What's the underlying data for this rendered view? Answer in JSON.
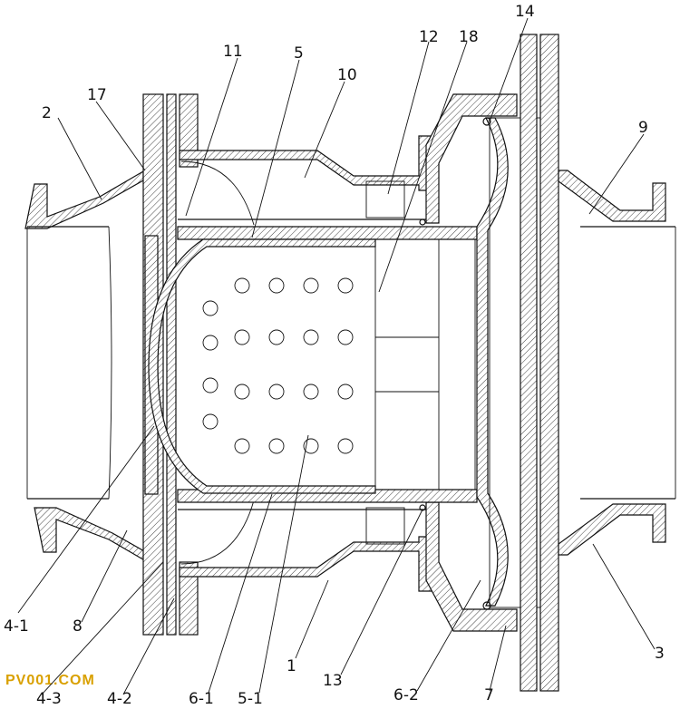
{
  "watermark": "PV001.COM",
  "part_labels": [
    "2",
    "17",
    "11",
    "5",
    "10",
    "12",
    "18",
    "14",
    "9",
    "4-1",
    "8",
    "4-3",
    "4-2",
    "6-1",
    "5-1",
    "1",
    "13",
    "6-2",
    "7",
    "3"
  ]
}
